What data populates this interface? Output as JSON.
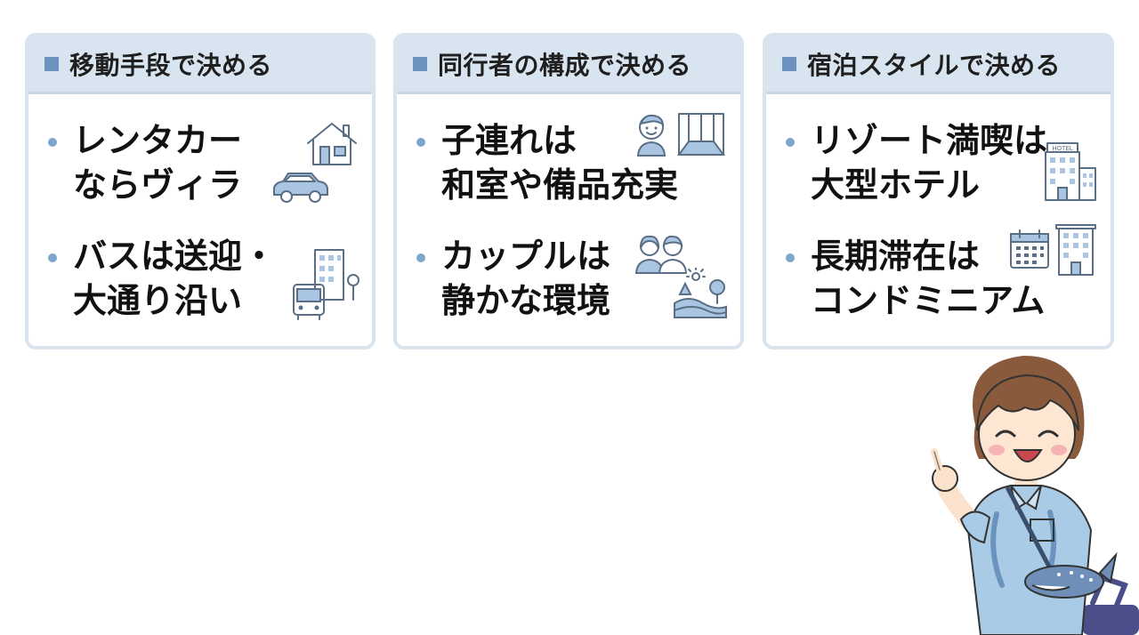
{
  "colors": {
    "header_bg": "#d8e4ef",
    "accent": "#6b93bd",
    "bullet": "#7ea6cc",
    "icon_fill": "#a9c5e2"
  },
  "cards": [
    {
      "title": "移動手段で決める",
      "items": [
        {
          "text": "レンタカー\nならヴィラ",
          "icons": [
            "house-icon",
            "car-icon"
          ]
        },
        {
          "text": "バスは送迎・\n大通り沿い",
          "icons": [
            "building-icon",
            "bus-icon"
          ]
        }
      ]
    },
    {
      "title": "同行者の構成で決める",
      "items": [
        {
          "text": "子連れは\n和室や備品充実",
          "icons": [
            "child-icon",
            "japanese-room-icon"
          ]
        },
        {
          "text": "カップルは\n静かな環境",
          "icons": [
            "couple-icon",
            "landscape-icon"
          ]
        }
      ]
    },
    {
      "title": "宿泊スタイルで決める",
      "items": [
        {
          "text": "リゾート満喫は\n大型ホテル",
          "icons": [
            "hotel-icon"
          ],
          "hotel_sign": "HOTEL"
        },
        {
          "text": "長期滞在は\nコンドミニアム",
          "icons": [
            "calendar-icon",
            "condominium-icon"
          ]
        }
      ]
    }
  ]
}
